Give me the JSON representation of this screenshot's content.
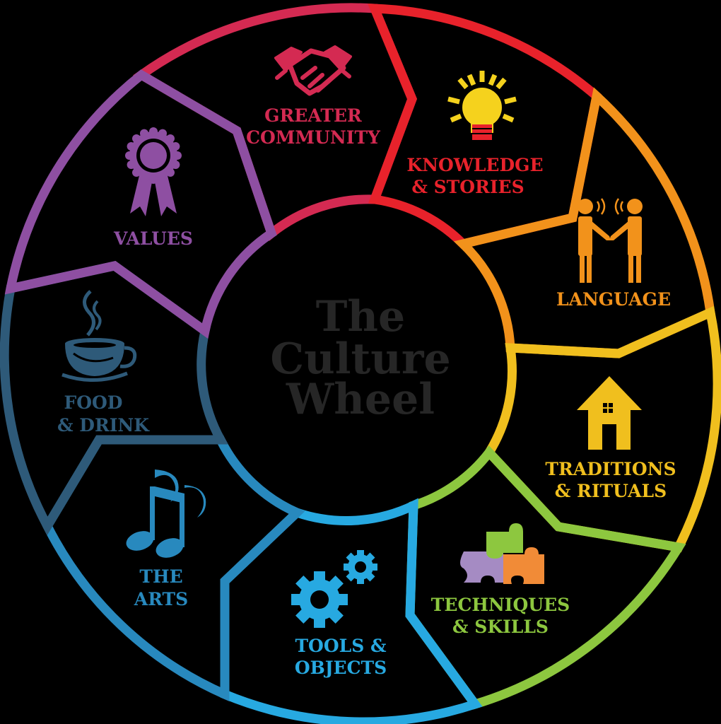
{
  "center": {
    "lines": [
      "The",
      "Culture",
      "Wheel"
    ],
    "color": "#262626"
  },
  "segments": [
    {
      "id": "greater-community",
      "lines": [
        "GREATER",
        "COMMUNITY"
      ],
      "color": "#D42A52",
      "icon": "handshake-icon"
    },
    {
      "id": "knowledge-stories",
      "lines": [
        "KNOWLEDGE",
        "& STORIES"
      ],
      "color": "#E8222B",
      "icon": "lightbulb-icon"
    },
    {
      "id": "language",
      "lines": [
        "LANGUAGE"
      ],
      "color": "#F2921B",
      "icon": "talking-people-icon"
    },
    {
      "id": "traditions-rituals",
      "lines": [
        "TRADITIONS",
        "& RITUALS"
      ],
      "color": "#F0BF1E",
      "icon": "house-icon"
    },
    {
      "id": "techniques-skills",
      "lines": [
        "TECHNIQUES",
        "& SKILLS"
      ],
      "color": "#8DC73F",
      "icon": "puzzle-icon"
    },
    {
      "id": "tools-objects",
      "lines": [
        "TOOLS &",
        "OBJECTS"
      ],
      "color": "#27A9E1",
      "icon": "gears-icon"
    },
    {
      "id": "the-arts",
      "lines": [
        "THE",
        "ARTS"
      ],
      "color": "#2889BE",
      "icon": "music-note-icon"
    },
    {
      "id": "food-drink",
      "lines": [
        "FOOD",
        "& DRINK"
      ],
      "color": "#2E5A79",
      "icon": "coffee-cup-icon"
    },
    {
      "id": "values",
      "lines": [
        "VALUES"
      ],
      "color": "#8E4FA2",
      "icon": "award-ribbon-icon"
    }
  ]
}
